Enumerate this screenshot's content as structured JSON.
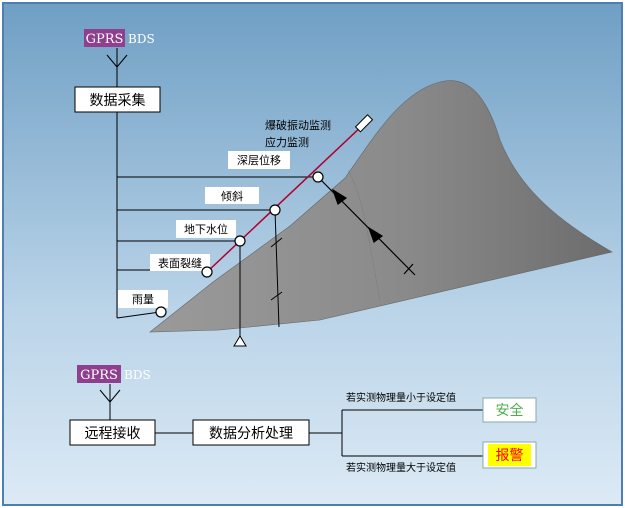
{
  "colors": {
    "sky_top": "#6f9fc4",
    "sky_bottom": "#d6e7f4",
    "frame": "#4f7fb0",
    "mountain": "#8c8c8c",
    "mountain_shadow": "#6d6d6d",
    "gprs_bg": "#8e3f8e",
    "red_line": "#b0002a",
    "safe_text": "#4cae4c",
    "alarm_bg": "#ffff00",
    "alarm_text": "#ff0000"
  },
  "top": {
    "gprs": "GPRS",
    "bds": "BDS",
    "collect": "数据采集",
    "sensors": [
      "深层位移",
      "倾斜",
      "地下水位",
      "表面裂缝",
      "雨量"
    ],
    "blast_line1": "爆破振动监测",
    "blast_line2": "应力监测"
  },
  "bottom": {
    "gprs": "GPRS",
    "bds": "BDS",
    "receive": "远程接收",
    "analysis": "数据分析处理",
    "cond_low": "若实测物理量小于设定值",
    "cond_high": "若实测物理量大于设定值",
    "safe": "安全",
    "alarm": "报警"
  },
  "icons": [
    "antenna-icon",
    "antenna-icon",
    "sensor-node-icon",
    "reflector-icon",
    "triangle-anchor-icon",
    "arrow-icon"
  ]
}
